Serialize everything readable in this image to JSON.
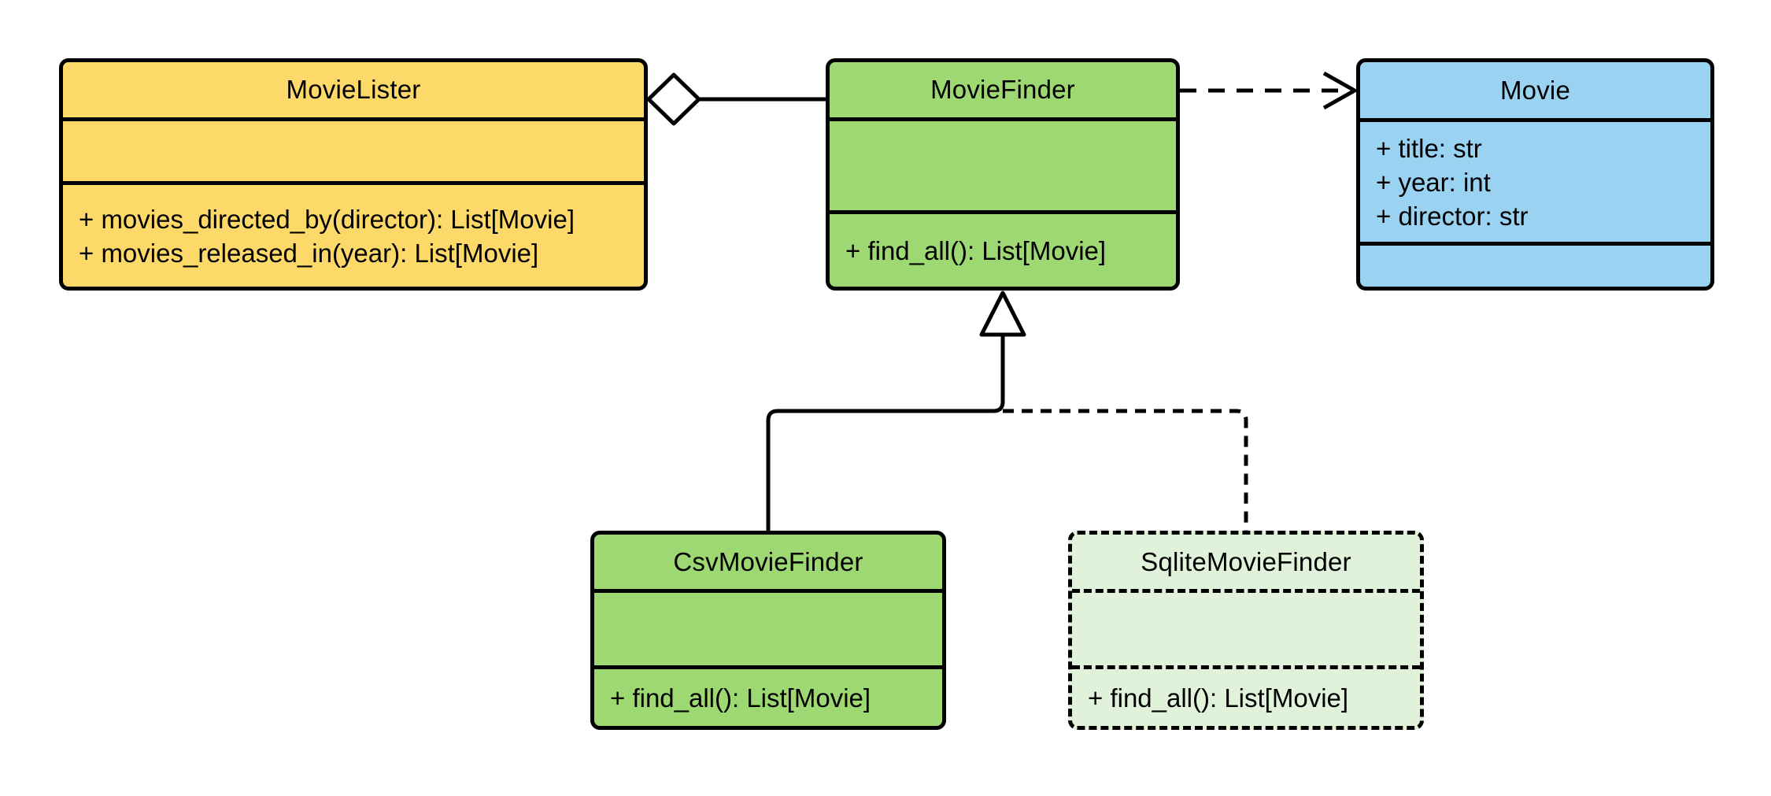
{
  "diagram": {
    "kind": "uml-class-diagram",
    "background_color": "#ffffff",
    "line_color": "#000000",
    "classes": [
      {
        "name": "MovieLister",
        "fill": "#FDD96A",
        "border_style": "solid",
        "attributes": [],
        "methods": [
          "+ movies_directed_by(director): List[Movie]",
          "+ movies_released_in(year): List[Movie]"
        ]
      },
      {
        "name": "MovieFinder",
        "fill": "#9ED873",
        "border_style": "solid",
        "attributes": [],
        "methods": [
          "+ find_all(): List[Movie]"
        ]
      },
      {
        "name": "Movie",
        "fill": "#9AD2F2",
        "border_style": "solid",
        "attributes": [
          "+ title: str",
          "+ year: int",
          "+ director: str"
        ],
        "methods": []
      },
      {
        "name": "CsvMovieFinder",
        "fill": "#9ED873",
        "border_style": "solid",
        "attributes": [],
        "methods": [
          "+ find_all(): List[Movie]"
        ]
      },
      {
        "name": "SqliteMovieFinder",
        "fill": "#E0F2DA",
        "border_style": "dashed",
        "attributes": [],
        "methods": [
          "+ find_all(): List[Movie]"
        ]
      }
    ],
    "relationships": [
      {
        "type": "aggregation",
        "from": "MovieLister",
        "to": "MovieFinder",
        "line": "solid",
        "marker": "open-diamond"
      },
      {
        "type": "dependency",
        "from": "MovieFinder",
        "to": "Movie",
        "line": "dashed",
        "marker": "open-arrow"
      },
      {
        "type": "generalization",
        "from": "CsvMovieFinder",
        "to": "MovieFinder",
        "line": "solid",
        "marker": "hollow-triangle"
      },
      {
        "type": "generalization",
        "from": "SqliteMovieFinder",
        "to": "MovieFinder",
        "line": "dashed",
        "marker": "hollow-triangle"
      }
    ]
  }
}
